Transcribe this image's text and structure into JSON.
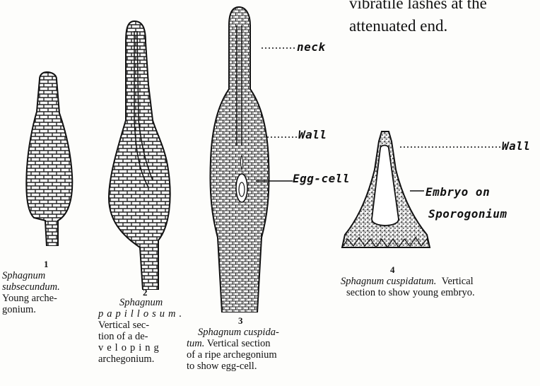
{
  "top_text": {
    "line1": "vibratile lashes at the",
    "line2": "attenuated end."
  },
  "figures": [
    {
      "number": "1",
      "caption_species": [
        "Sphagnum",
        "subsecundum."
      ],
      "caption_text": [
        "Young arche-",
        "gonium."
      ]
    },
    {
      "number": "2",
      "caption_species": [
        "Sphagnum",
        "papillosum."
      ],
      "caption_text": [
        "Vertical sec-",
        "tion of a de-",
        "veloping",
        "archegonium."
      ]
    },
    {
      "number": "3",
      "caption_species": [
        "Sphagnum cuspida-",
        "tum."
      ],
      "caption_text": [
        "Vertical section",
        "of a ripe archegonium",
        "to show egg-cell."
      ],
      "labels": {
        "neck": "neck",
        "wall": "Wall",
        "egg": "Egg-cell"
      }
    },
    {
      "number": "4",
      "caption_species": [
        "Sphagnum cuspidatum."
      ],
      "caption_text": [
        "Vertical",
        "section to show young embryo."
      ],
      "labels": {
        "wall": "Wall",
        "embryo": "Embryo on",
        "sporogonium": "Sporogonium"
      }
    }
  ]
}
